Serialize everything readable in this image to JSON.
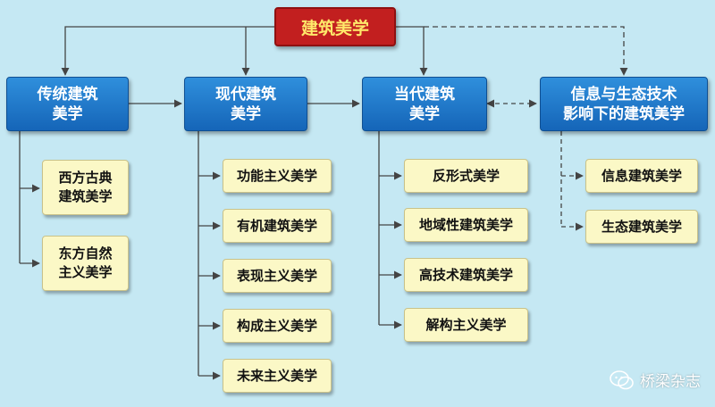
{
  "root": {
    "label": "建筑美学"
  },
  "categories": [
    {
      "label": "传统建筑\n美学"
    },
    {
      "label": "现代建筑\n美学"
    },
    {
      "label": "当代建筑\n美学"
    },
    {
      "label": "信息与生态技术\n影响下的建筑美学"
    }
  ],
  "traditional_items": [
    "西方古典\n建筑美学",
    "东方自然\n主义美学"
  ],
  "modern_items": [
    "功能主义美学",
    "有机建筑美学",
    "表现主义美学",
    "构成主义美学",
    "未来主义美学"
  ],
  "contemporary_items": [
    "反形式美学",
    "地域性建筑美学",
    "高技术建筑美学",
    "解构主义美学"
  ],
  "info_eco_items": [
    "信息建筑美学",
    "生态建筑美学"
  ],
  "watermark": {
    "text": "桥梁杂志"
  },
  "colors": {
    "background": "#c5e8f3",
    "root_fill": "#c21f1f",
    "root_text": "#ffe86a",
    "category_fill": "#1e78cc",
    "item_fill": "#fbf8c6",
    "connector": "#444444"
  }
}
